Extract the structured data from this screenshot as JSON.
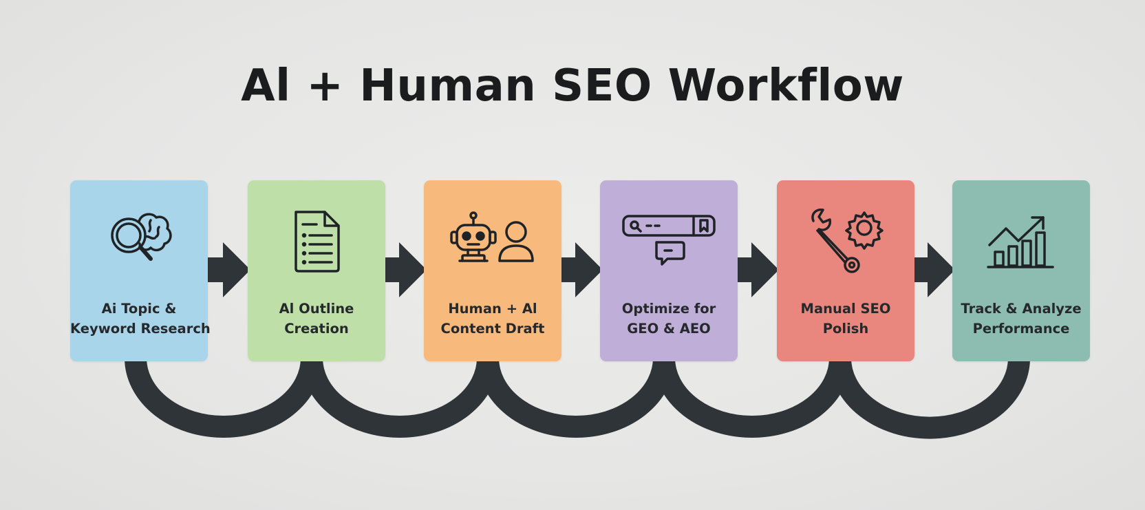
{
  "title": "Al + Human SEO Workflow",
  "colors": {
    "connector": "#2f3438",
    "icon_stroke": "#1f2326",
    "label_text": "#26292b"
  },
  "steps": [
    {
      "line1": "Ai Topic &",
      "line2": "Keyword Research",
      "color": "#a9d5ea",
      "icon": "magnifier-brain-icon"
    },
    {
      "line1": "Al Outline",
      "line2": "Creation",
      "color": "#bedfa7",
      "icon": "document-list-icon"
    },
    {
      "line1": "Human + Al",
      "line2": "Content Draft",
      "color": "#f8b97c",
      "icon": "robot-and-person-icon"
    },
    {
      "line1": "Optimize for",
      "line2": "GEO & AEO",
      "color": "#bfaed8",
      "icon": "search-bar-chat-icon"
    },
    {
      "line1": "Manual SEO",
      "line2": "Polish",
      "color": "#e9867e",
      "icon": "wrench-gear-icon"
    },
    {
      "line1": "Track & Analyze",
      "line2": "Performance",
      "color": "#8dbdb0",
      "icon": "growth-bar-chart-icon"
    }
  ]
}
